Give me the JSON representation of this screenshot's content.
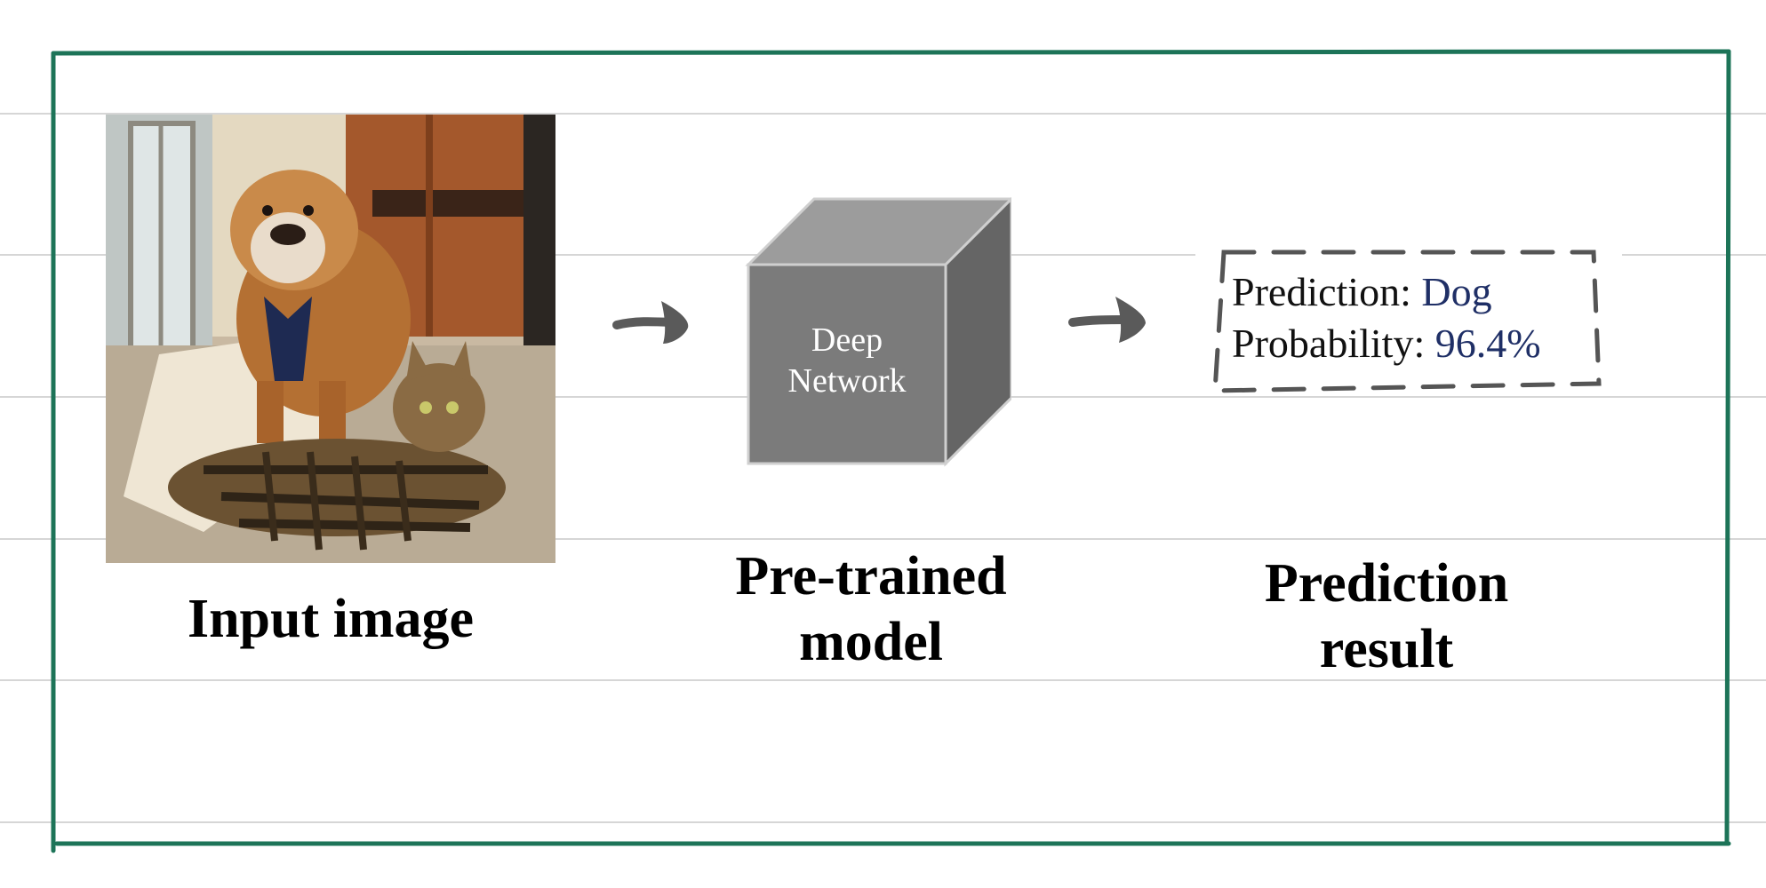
{
  "colors": {
    "frame": "#1d7458",
    "rule": "#d6d6d6",
    "cube_front": "#7b7b7b",
    "cube_top": "#9c9c9c",
    "cube_side": "#656565",
    "arrow": "#5a5a5a",
    "value_text": "#1f2f66"
  },
  "input": {
    "image_description_icon": "dog-and-cat-photo",
    "caption": "Input image"
  },
  "model": {
    "cube_text_line1": "Deep",
    "cube_text_line2": "Network",
    "caption_line1": "Pre-trained",
    "caption_line2": "model"
  },
  "result": {
    "prediction_label": "Prediction:",
    "prediction_value": "Dog",
    "probability_label": "Probability:",
    "probability_value": "96.4%",
    "caption_line1": "Prediction",
    "caption_line2": "result"
  }
}
